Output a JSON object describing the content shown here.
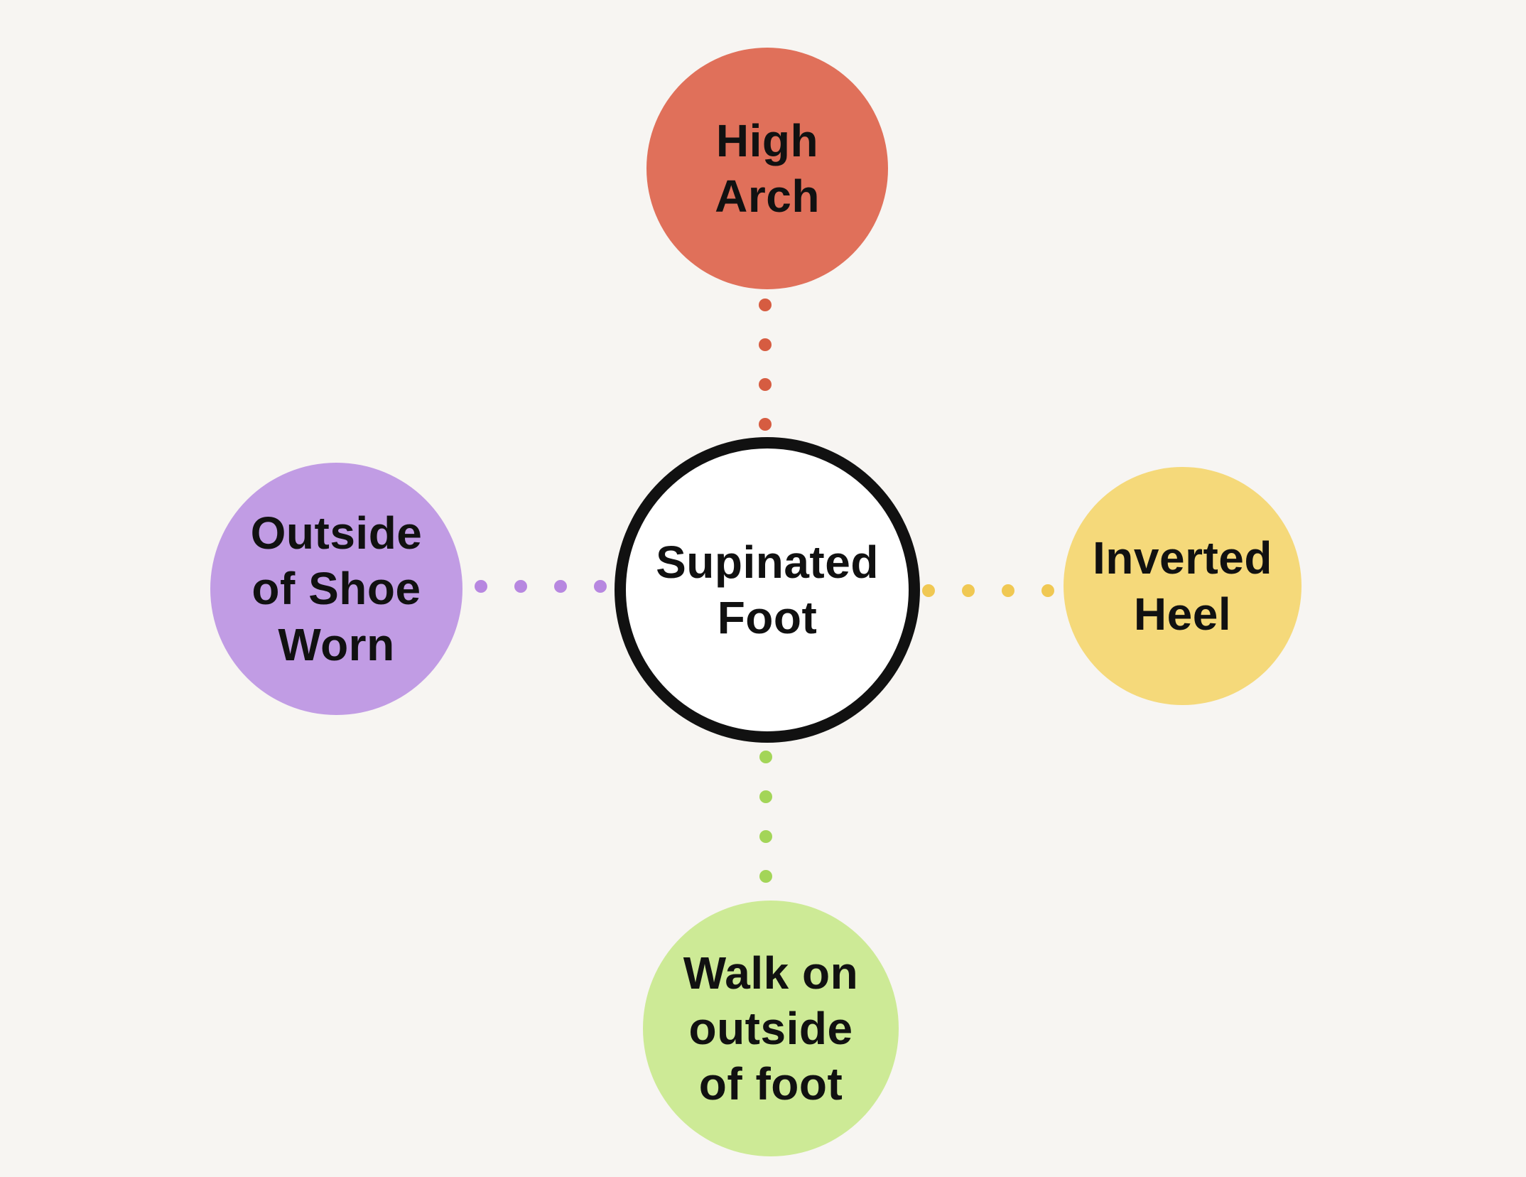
{
  "background_color": "#f7f5f2",
  "center": {
    "label": "Supinated\nFoot",
    "fill": "#ffffff",
    "border_color": "#111111",
    "text_color": "#111111"
  },
  "nodes": {
    "top": {
      "label": "High\nArch",
      "color": "#e0705a",
      "dot_color": "#d65c41"
    },
    "right": {
      "label": "Inverted\nHeel",
      "color": "#f5d97a",
      "dot_color": "#f0c853"
    },
    "bottom": {
      "label": "Walk on\noutside\nof foot",
      "color": "#cdea96",
      "dot_color": "#a3d558"
    },
    "left": {
      "label": "Outside\nof Shoe\nWorn",
      "color": "#c19ce4",
      "dot_color": "#b787e0"
    }
  }
}
